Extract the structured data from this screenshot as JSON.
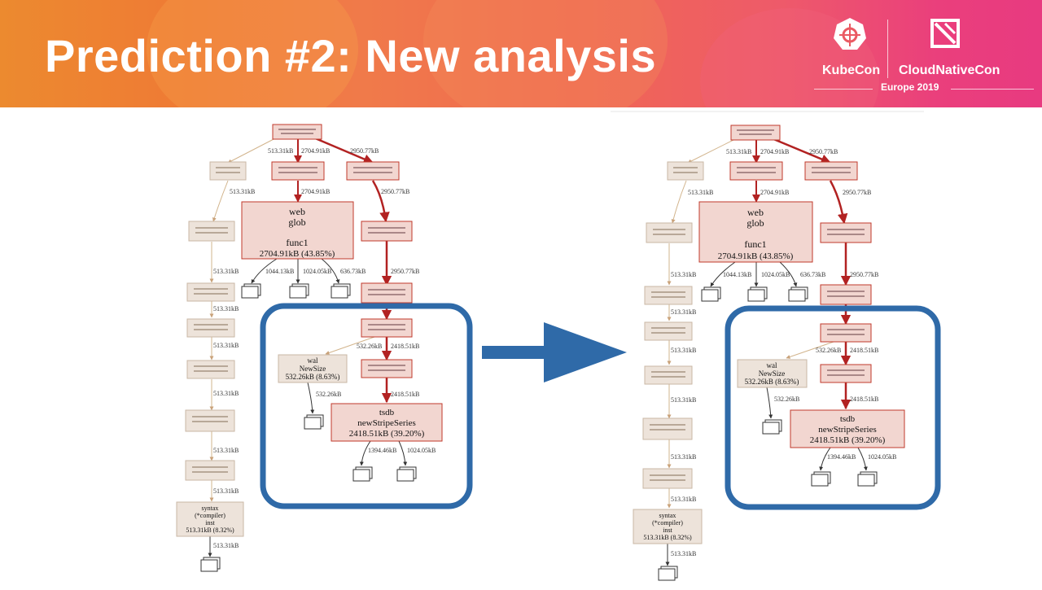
{
  "slide": {
    "title": "Prediction #2: New analysis"
  },
  "logos": {
    "kubecon": "KubeCon",
    "cloudnativecon": "CloudNativeCon",
    "event": "Europe 2019"
  },
  "colors": {
    "accent_blue": "#2f6aa8",
    "hot_node_fill": "#f2d6d0",
    "hot_node_stroke": "#c0392b",
    "cold_node_fill": "#ede3da",
    "cold_node_stroke": "#c9b7a4",
    "hot_edge": "#b22222",
    "cold_edge": "#d2b48c"
  },
  "graph": {
    "edge_labels": {
      "root_profile": "513.31kB",
      "root_web": "2704.91kB",
      "root_main": "2950.77kB",
      "web_func": "2704.91kB",
      "main_chain": "2950.77kB",
      "profile_chain": "513.31kB",
      "func_leaf1": "1044.13kB",
      "func_leaf2": "1024.05kB",
      "func_leaf3": "636.73kB",
      "open_wal": "532.26kB",
      "open_head": "2418.51kB",
      "wal_leaf": "532.26kB",
      "head_tsdb": "2418.51kB",
      "tsdb_leaf1": "1394.46kB",
      "tsdb_leaf2": "1024.05kB",
      "syntax_leaf": "513.31kB"
    },
    "func_node": {
      "line1": "web",
      "line2": "glob",
      "line3": "func1",
      "line4": "2704.91kB (43.85%)"
    },
    "wal_node": {
      "line1": "wal",
      "line2": "NewSize",
      "line3": "532.26kB (8.63%)"
    },
    "tsdb_node": {
      "line1": "tsdb",
      "line2": "newStripeSeries",
      "line3": "2418.51kB (39.20%)"
    },
    "syntax_node": {
      "line1": "syntax",
      "line2": "(*compiler)",
      "line3": "inst",
      "line4": "513.31kB (8.32%)"
    }
  }
}
